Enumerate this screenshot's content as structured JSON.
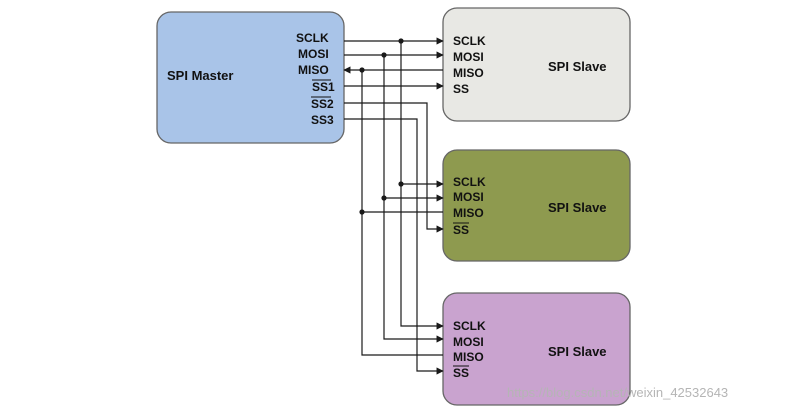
{
  "master": {
    "title": "SPI Master",
    "pins": [
      "SCLK",
      "MOSI",
      "MISO",
      "SS1",
      "SS2",
      "SS3"
    ],
    "color": "#a9c4e8"
  },
  "slaves": [
    {
      "title": "SPI Slave",
      "pins": [
        "SCLK",
        "MOSI",
        "MISO",
        "SS"
      ],
      "color": "#e8e8e4"
    },
    {
      "title": "SPI Slave",
      "pins": [
        "SCLK",
        "MOSI",
        "MISO",
        "SS"
      ],
      "color": "#8e9a4f"
    },
    {
      "title": "SPI Slave",
      "pins": [
        "SCLK",
        "MOSI",
        "MISO",
        "SS"
      ],
      "color": "#c9a3cf"
    }
  ],
  "watermark": "https://blog.csdn.net/weixin_42532643"
}
